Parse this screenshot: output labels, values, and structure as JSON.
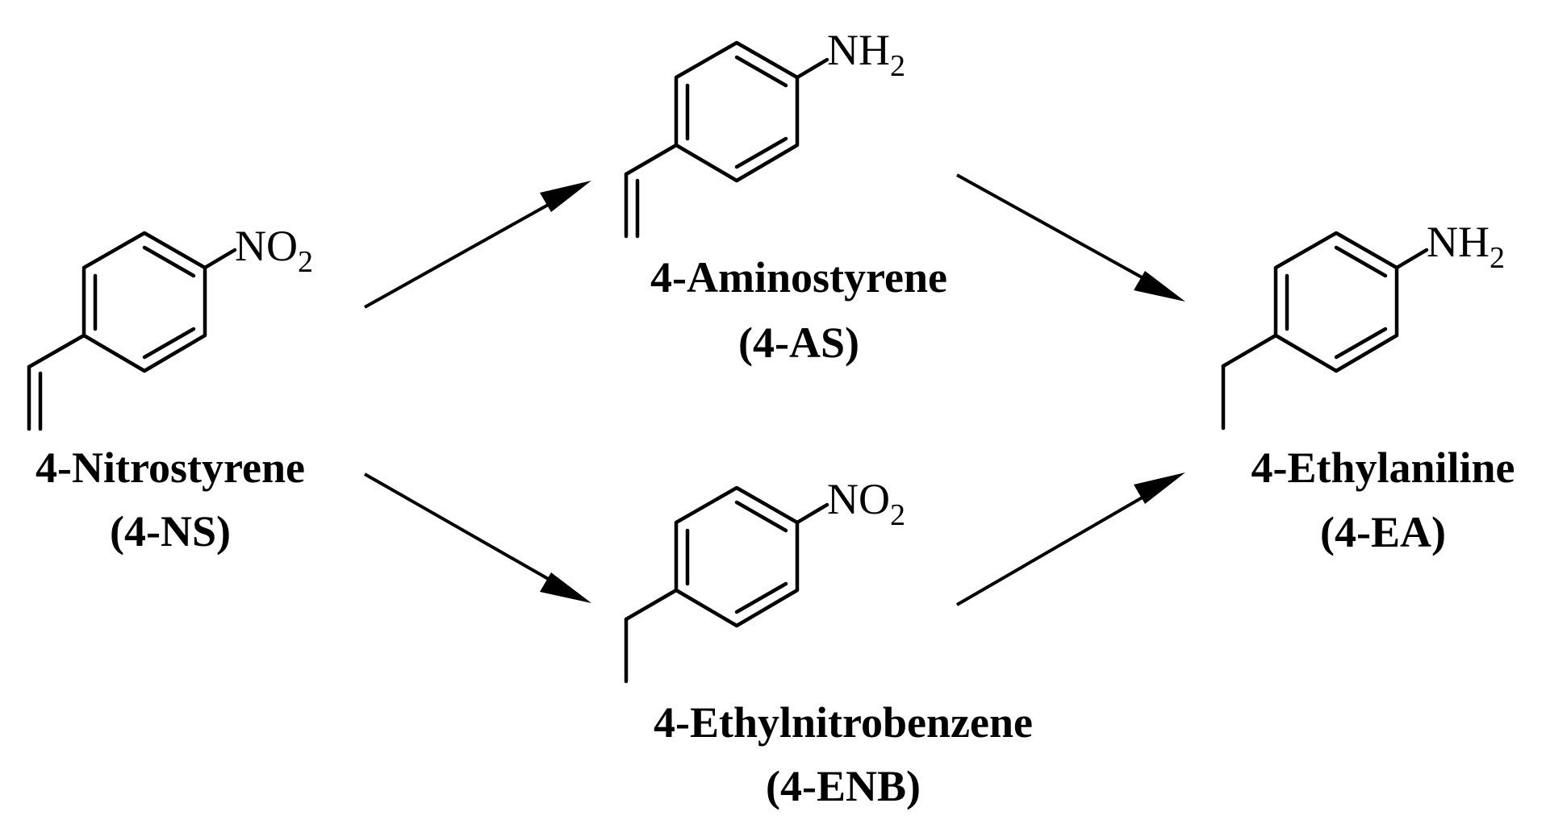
{
  "molecules": {
    "ns": {
      "name": "4-Nitrostyrene",
      "abbr": "(4-NS)",
      "group_main": "NO",
      "group_sub": "2"
    },
    "as": {
      "name": "4-Aminostyrene",
      "abbr": "(4-AS)",
      "group_main": "NH",
      "group_sub": "2"
    },
    "enb": {
      "name": "4-Ethylnitrobenzene",
      "abbr": "(4-ENB)",
      "group_main": "NO",
      "group_sub": "2"
    },
    "ea": {
      "name": "4-Ethylaniline",
      "abbr": "(4-EA)",
      "group_main": "NH",
      "group_sub": "2"
    }
  },
  "colors": {
    "ink": "#000000",
    "background": "#ffffff"
  }
}
